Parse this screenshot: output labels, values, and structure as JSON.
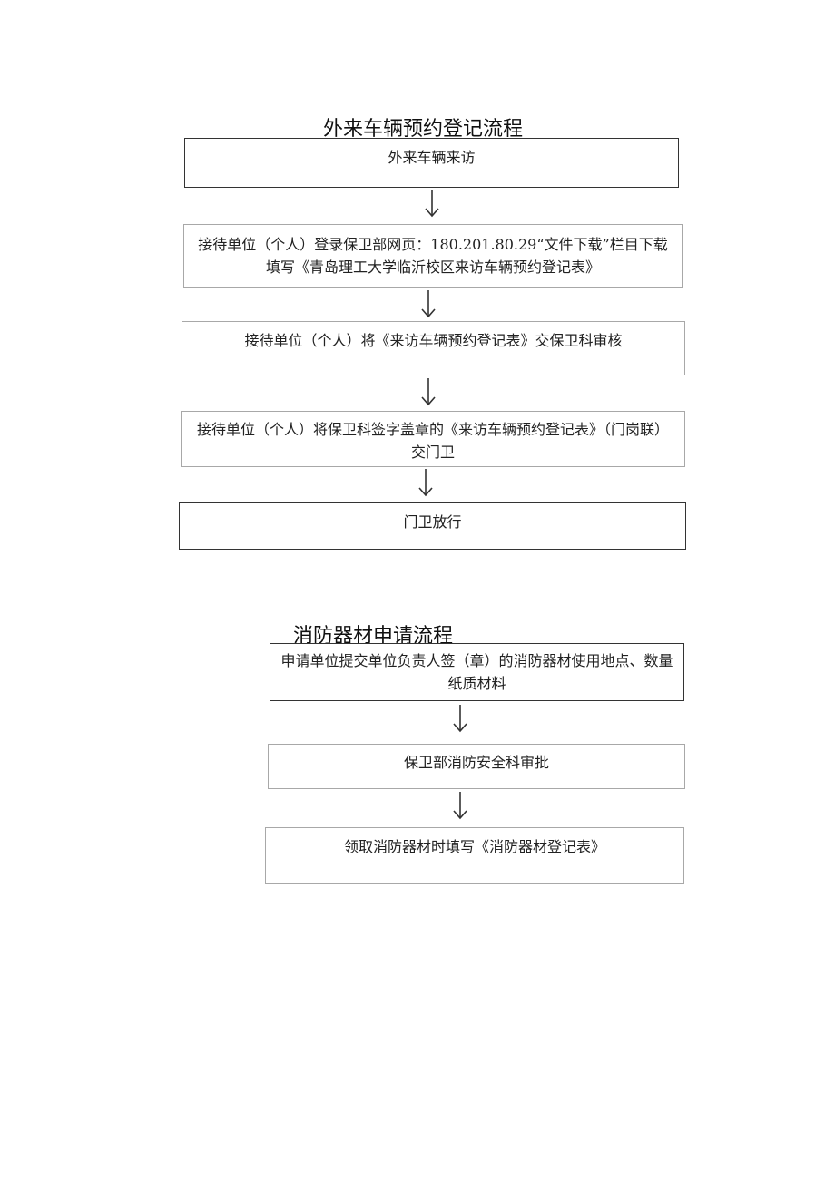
{
  "flow1": {
    "title": "外来车辆预约登记流程",
    "steps": [
      "外来车辆来访",
      "接待单位（个人）登录保卫部网页：180.201.80.29“文件下载”栏目下载填写《青岛理工大学临沂校区来访车辆预约登记表》",
      "接待单位（个人）将《来访车辆预约登记表》交保卫科审核",
      "接待单位（个人）将保卫科签字盖章的《来访车辆预约登记表》（门岗联）交门卫",
      "门卫放行"
    ]
  },
  "flow2": {
    "title": "消防器材申请流程",
    "steps": [
      "申请单位提交单位负责人签（章）的消防器材使用地点、数量纸质材料",
      "保卫部消防安全科审批",
      "领取消防器材时填写《消防器材登记表》"
    ]
  }
}
